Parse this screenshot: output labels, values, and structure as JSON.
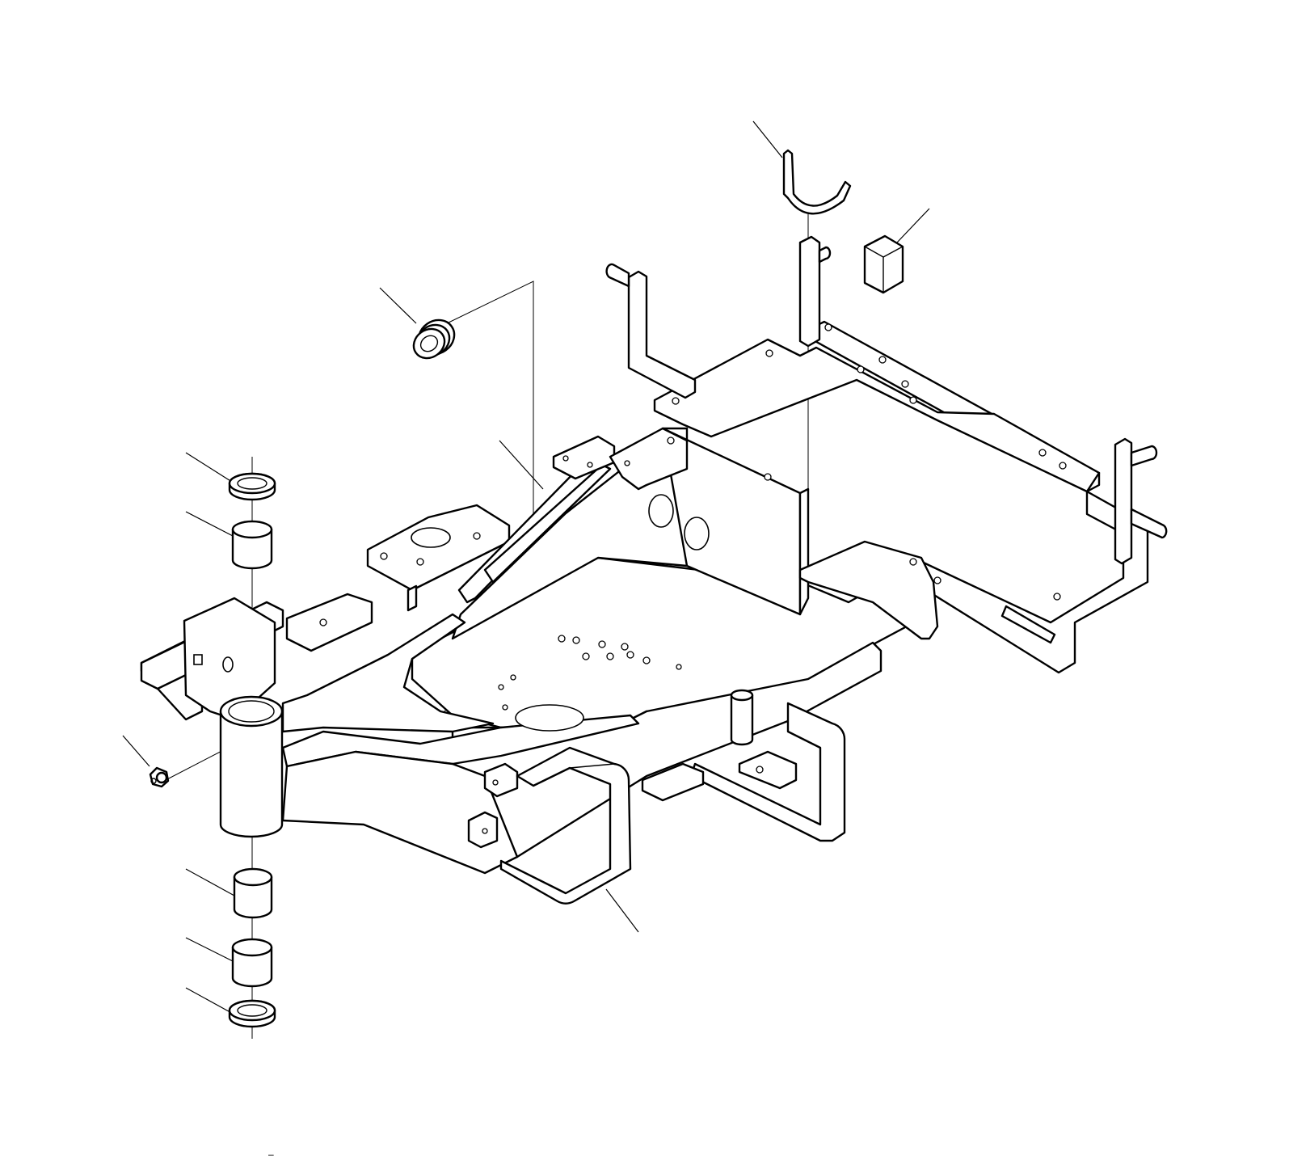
{
  "diagram": {
    "type": "exploded-parts-drawing",
    "stroke_color": "#000000",
    "background_color": "#ffffff",
    "parts": [
      {
        "id": "rubber-stop-block",
        "label": ""
      },
      {
        "id": "wire-clip",
        "label": ""
      },
      {
        "id": "grommet",
        "label": ""
      },
      {
        "id": "side-bar-strip",
        "label": ""
      },
      {
        "id": "upper-thrust-washer",
        "label": ""
      },
      {
        "id": "upper-bushing",
        "label": ""
      },
      {
        "id": "grease-nipple",
        "label": ""
      },
      {
        "id": "lower-bushing-a",
        "label": ""
      },
      {
        "id": "lower-bushing-b",
        "label": ""
      },
      {
        "id": "lower-thrust-washer",
        "label": ""
      },
      {
        "id": "main-frame",
        "label": ""
      },
      {
        "id": "rear-step",
        "label": ""
      }
    ],
    "mark": "–"
  }
}
